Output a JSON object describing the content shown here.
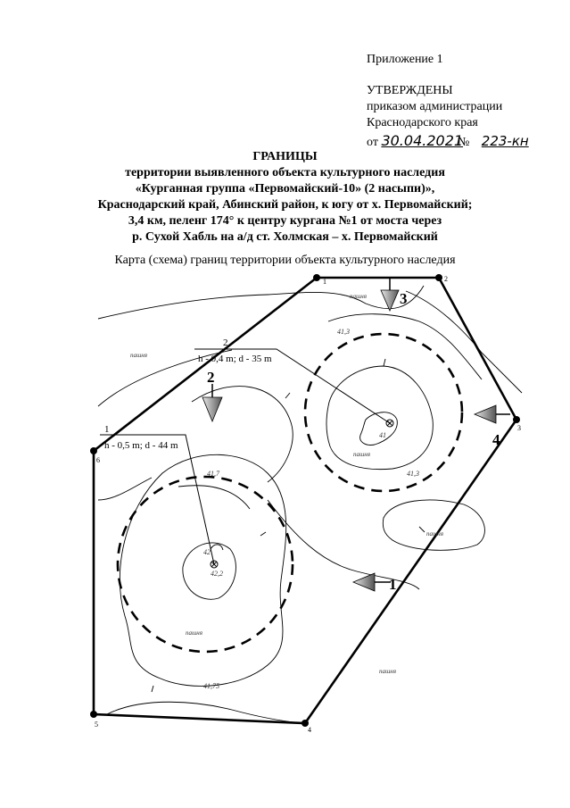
{
  "header": {
    "appendix": "Приложение 1",
    "approved": "УТВЕРЖДЕНЫ",
    "by_order": "приказом администрации",
    "region": "Краснодарского края",
    "date_prefix": "от",
    "date_value": "30.04.2021",
    "number_sign": "№",
    "number_value": "223-кн"
  },
  "title": {
    "line1": "ГРАНИЦЫ",
    "line2": "территории выявленного объекта культурного наследия",
    "line3": "«Курганная группа «Первомайский-10» (2 насыпи)»,",
    "line4": "Краснодарский край, Абинский район, к югу от х. Первомайский;",
    "line5": "3,4 км, пеленг 174° к центру кургана №1 от моста через",
    "line6": "р. Сухой Хабль на а/д ст. Холмская – х. Первомайский"
  },
  "map": {
    "caption": "Карта (схема) границ территории объекта культурного наследия",
    "vertices": [
      {
        "label": "1"
      },
      {
        "label": "2"
      },
      {
        "label": "3"
      },
      {
        "label": "4"
      },
      {
        "label": "5"
      },
      {
        "label": "6"
      }
    ],
    "mound_labels": {
      "mound1": "h - 0,5 m; d - 44 m",
      "mound1_num": "1",
      "mound2": "h - 0,4 m; d - 35 m",
      "mound2_num": "2"
    },
    "arrows": [
      {
        "label": "1"
      },
      {
        "label": "2"
      },
      {
        "label": "3"
      },
      {
        "label": "4"
      }
    ],
    "contour_values": [
      "41,3",
      "41",
      "41,3",
      "41,7",
      "42",
      "42,2",
      "41,75"
    ],
    "land_labels": [
      "пашня",
      "пашня",
      "пашня",
      "пашня",
      "пашня"
    ]
  }
}
